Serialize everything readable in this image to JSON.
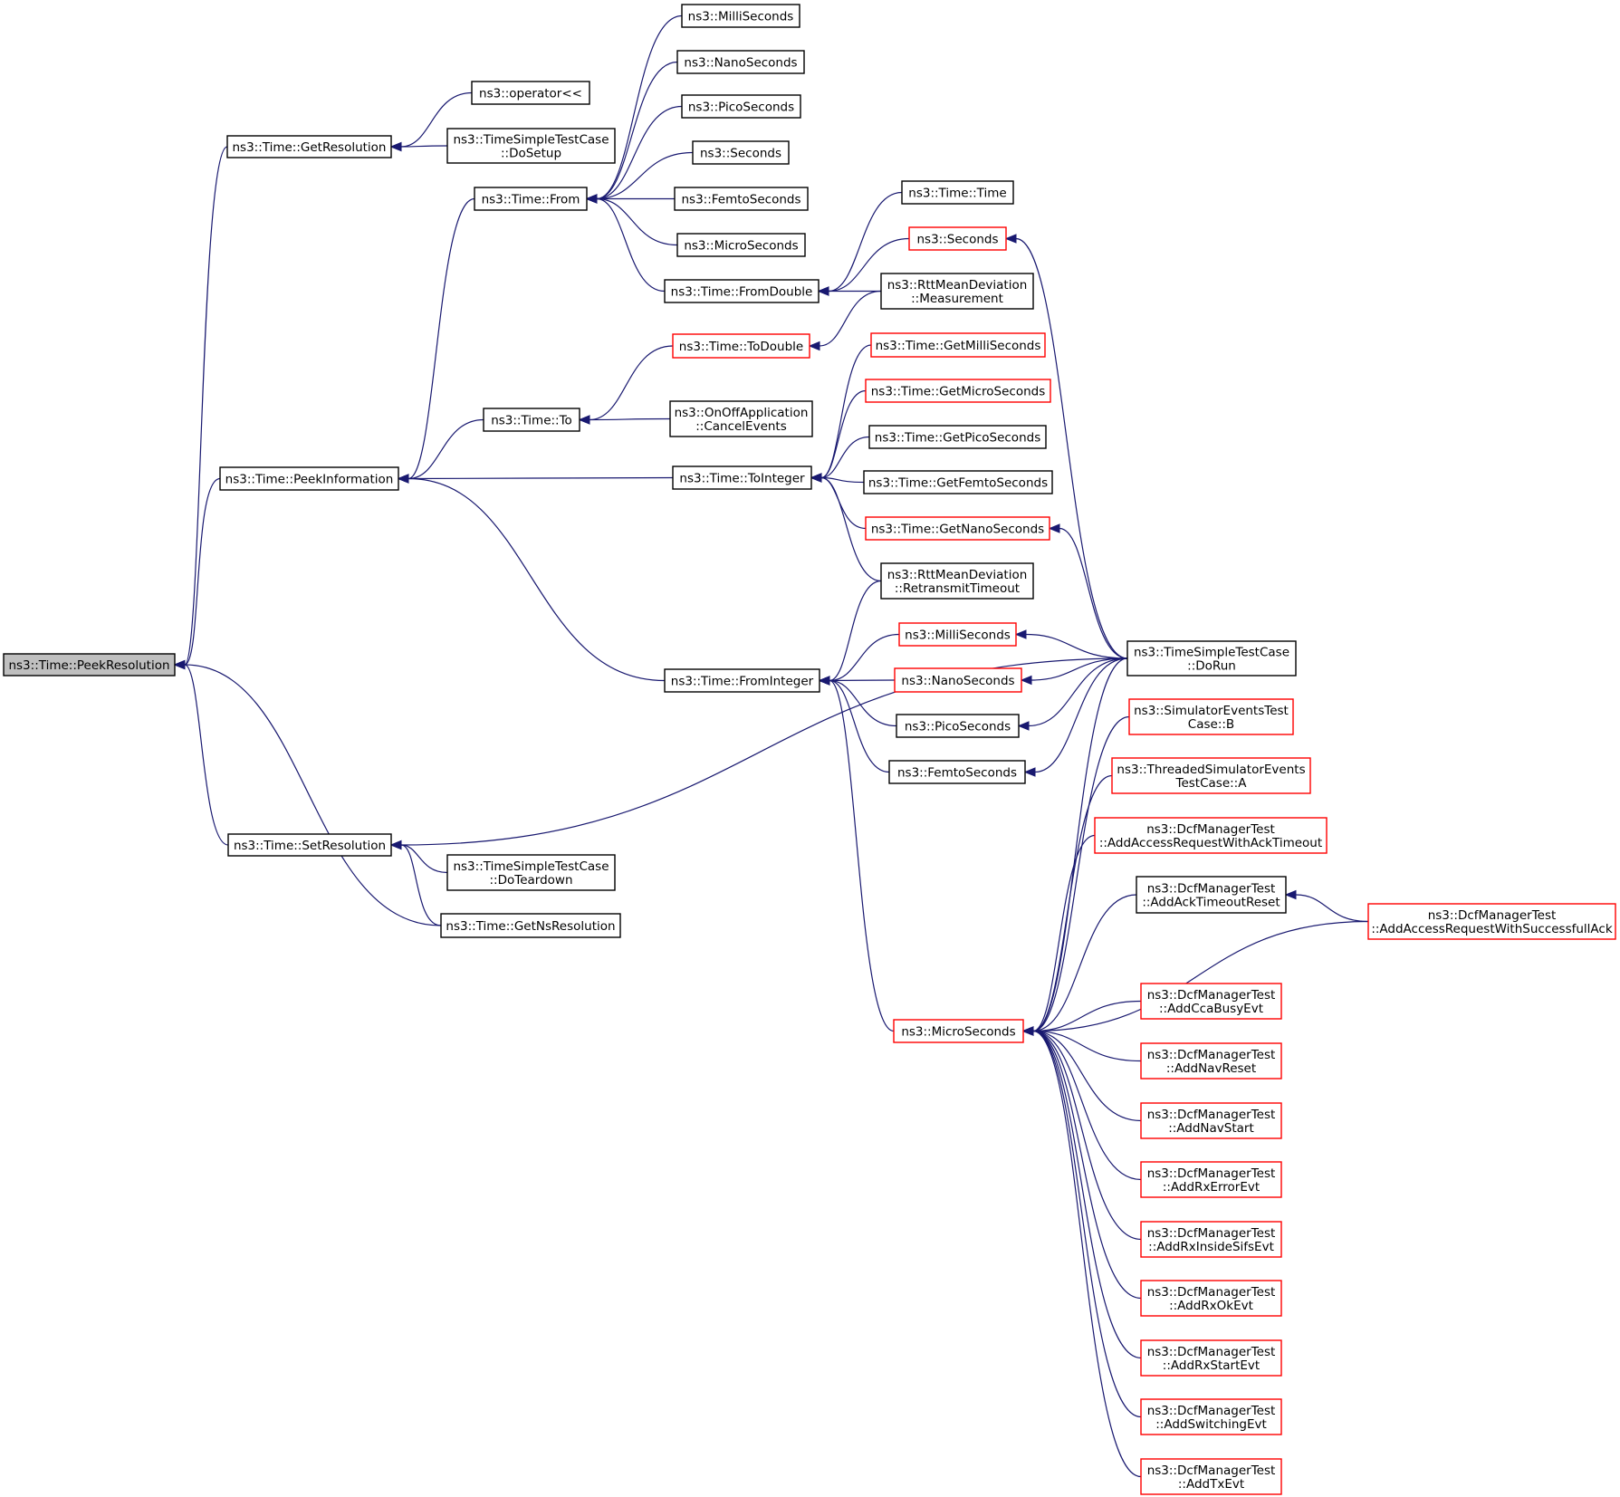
{
  "colors": {
    "edge": "#191970",
    "node_border": "#000000",
    "node_border_link_missing": "#ff0000",
    "node_fill": "#ffffff",
    "focus_fill": "#bfbfbf"
  },
  "nodes": {
    "peek_resolution": {
      "lines": [
        "ns3::Time::PeekResolution"
      ],
      "style": "focus"
    },
    "get_resolution": {
      "lines": [
        "ns3::Time::GetResolution"
      ],
      "style": "normal"
    },
    "peek_information": {
      "lines": [
        "ns3::Time::PeekInformation"
      ],
      "style": "normal"
    },
    "set_resolution": {
      "lines": [
        "ns3::Time::SetResolution"
      ],
      "style": "normal"
    },
    "operator_ll": {
      "lines": [
        "ns3::operator<<"
      ],
      "style": "normal"
    },
    "simple_do_setup": {
      "lines": [
        "ns3::TimeSimpleTestCase",
        "::DoSetup"
      ],
      "style": "normal"
    },
    "simple_do_teardown": {
      "lines": [
        "ns3::TimeSimpleTestCase",
        "::DoTeardown"
      ],
      "style": "normal"
    },
    "get_ns_resolution": {
      "lines": [
        "ns3::Time::GetNsResolution"
      ],
      "style": "normal"
    },
    "time_from": {
      "lines": [
        "ns3::Time::From"
      ],
      "style": "normal"
    },
    "time_to": {
      "lines": [
        "ns3::Time::To"
      ],
      "style": "normal"
    },
    "to_integer": {
      "lines": [
        "ns3::Time::ToInteger"
      ],
      "style": "normal"
    },
    "from_integer": {
      "lines": [
        "ns3::Time::FromInteger"
      ],
      "style": "normal"
    },
    "from_double": {
      "lines": [
        "ns3::Time::FromDouble"
      ],
      "style": "normal"
    },
    "to_double": {
      "lines": [
        "ns3::Time::ToDouble"
      ],
      "style": "red"
    },
    "onoff_cancel": {
      "lines": [
        "ns3::OnOffApplication",
        "::CancelEvents"
      ],
      "style": "normal"
    },
    "ms_top": {
      "lines": [
        "ns3::MilliSeconds"
      ],
      "style": "normal"
    },
    "ns_top": {
      "lines": [
        "ns3::NanoSeconds"
      ],
      "style": "normal"
    },
    "ps_top": {
      "lines": [
        "ns3::PicoSeconds"
      ],
      "style": "normal"
    },
    "s_top": {
      "lines": [
        "ns3::Seconds"
      ],
      "style": "normal"
    },
    "fs_top": {
      "lines": [
        "ns3::FemtoSeconds"
      ],
      "style": "normal"
    },
    "us_top": {
      "lines": [
        "ns3::MicroSeconds"
      ],
      "style": "normal"
    },
    "time_time": {
      "lines": [
        "ns3::Time::Time"
      ],
      "style": "normal"
    },
    "seconds_red": {
      "lines": [
        "ns3::Seconds"
      ],
      "style": "red"
    },
    "rtt_measurement": {
      "lines": [
        "ns3::RttMeanDeviation",
        "::Measurement"
      ],
      "style": "normal"
    },
    "get_ms": {
      "lines": [
        "ns3::Time::GetMilliSeconds"
      ],
      "style": "red"
    },
    "get_us": {
      "lines": [
        "ns3::Time::GetMicroSeconds"
      ],
      "style": "red"
    },
    "get_ps": {
      "lines": [
        "ns3::Time::GetPicoSeconds"
      ],
      "style": "normal"
    },
    "get_fs": {
      "lines": [
        "ns3::Time::GetFemtoSeconds"
      ],
      "style": "normal"
    },
    "get_ns": {
      "lines": [
        "ns3::Time::GetNanoSeconds"
      ],
      "style": "red"
    },
    "rtt_retransmit": {
      "lines": [
        "ns3::RttMeanDeviation",
        "::RetransmitTimeout"
      ],
      "style": "normal"
    },
    "ms_mid": {
      "lines": [
        "ns3::MilliSeconds"
      ],
      "style": "red"
    },
    "ns_mid": {
      "lines": [
        "ns3::NanoSeconds"
      ],
      "style": "red"
    },
    "ps_mid": {
      "lines": [
        "ns3::PicoSeconds"
      ],
      "style": "normal"
    },
    "fs_mid": {
      "lines": [
        "ns3::FemtoSeconds"
      ],
      "style": "normal"
    },
    "us_red": {
      "lines": [
        "ns3::MicroSeconds"
      ],
      "style": "red"
    },
    "simple_do_run": {
      "lines": [
        "ns3::TimeSimpleTestCase",
        "::DoRun"
      ],
      "style": "normal"
    },
    "sim_events_b": {
      "lines": [
        "ns3::SimulatorEventsTest",
        "Case::B"
      ],
      "style": "red"
    },
    "threaded_a": {
      "lines": [
        "ns3::ThreadedSimulatorEvents",
        "TestCase::A"
      ],
      "style": "red"
    },
    "dcf_ack_timeout": {
      "lines": [
        "ns3::DcfManagerTest",
        "::AddAccessRequestWithAckTimeout"
      ],
      "style": "red"
    },
    "dcf_ack_reset": {
      "lines": [
        "ns3::DcfManagerTest",
        "::AddAckTimeoutReset"
      ],
      "style": "normal"
    },
    "dcf_successful_ack": {
      "lines": [
        "ns3::DcfManagerTest",
        "::AddAccessRequestWithSuccessfullAck"
      ],
      "style": "red"
    },
    "dcf_cca_busy": {
      "lines": [
        "ns3::DcfManagerTest",
        "::AddCcaBusyEvt"
      ],
      "style": "red"
    },
    "dcf_nav_reset": {
      "lines": [
        "ns3::DcfManagerTest",
        "::AddNavReset"
      ],
      "style": "red"
    },
    "dcf_nav_start": {
      "lines": [
        "ns3::DcfManagerTest",
        "::AddNavStart"
      ],
      "style": "red"
    },
    "dcf_rx_error": {
      "lines": [
        "ns3::DcfManagerTest",
        "::AddRxErrorEvt"
      ],
      "style": "red"
    },
    "dcf_rx_sifs": {
      "lines": [
        "ns3::DcfManagerTest",
        "::AddRxInsideSifsEvt"
      ],
      "style": "red"
    },
    "dcf_rx_ok": {
      "lines": [
        "ns3::DcfManagerTest",
        "::AddRxOkEvt"
      ],
      "style": "red"
    },
    "dcf_rx_start": {
      "lines": [
        "ns3::DcfManagerTest",
        "::AddRxStartEvt"
      ],
      "style": "red"
    },
    "dcf_switching": {
      "lines": [
        "ns3::DcfManagerTest",
        "::AddSwitchingEvt"
      ],
      "style": "red"
    },
    "dcf_tx": {
      "lines": [
        "ns3::DcfManagerTest",
        "::AddTxEvt"
      ],
      "style": "red"
    }
  },
  "edges": [
    [
      "peek_resolution",
      "get_resolution"
    ],
    [
      "peek_resolution",
      "peek_information"
    ],
    [
      "peek_resolution",
      "set_resolution"
    ],
    [
      "peek_resolution",
      "get_ns_resolution"
    ],
    [
      "get_resolution",
      "operator_ll"
    ],
    [
      "get_resolution",
      "simple_do_setup"
    ],
    [
      "peek_information",
      "time_from"
    ],
    [
      "peek_information",
      "time_to"
    ],
    [
      "peek_information",
      "to_integer"
    ],
    [
      "peek_information",
      "from_integer"
    ],
    [
      "set_resolution",
      "simple_do_teardown"
    ],
    [
      "set_resolution",
      "get_ns_resolution"
    ],
    [
      "set_resolution",
      "simple_do_run"
    ],
    [
      "time_from",
      "ms_top"
    ],
    [
      "time_from",
      "ns_top"
    ],
    [
      "time_from",
      "ps_top"
    ],
    [
      "time_from",
      "s_top"
    ],
    [
      "time_from",
      "fs_top"
    ],
    [
      "time_from",
      "us_top"
    ],
    [
      "time_from",
      "from_double"
    ],
    [
      "from_double",
      "time_time"
    ],
    [
      "from_double",
      "seconds_red"
    ],
    [
      "from_double",
      "rtt_measurement"
    ],
    [
      "time_to",
      "to_double"
    ],
    [
      "time_to",
      "onoff_cancel"
    ],
    [
      "to_double",
      "rtt_measurement"
    ],
    [
      "to_integer",
      "get_ms"
    ],
    [
      "to_integer",
      "get_us"
    ],
    [
      "to_integer",
      "get_ps"
    ],
    [
      "to_integer",
      "get_fs"
    ],
    [
      "to_integer",
      "get_ns"
    ],
    [
      "to_integer",
      "rtt_retransmit"
    ],
    [
      "from_integer",
      "rtt_retransmit"
    ],
    [
      "from_integer",
      "ms_mid"
    ],
    [
      "from_integer",
      "ns_mid"
    ],
    [
      "from_integer",
      "ps_mid"
    ],
    [
      "from_integer",
      "fs_mid"
    ],
    [
      "from_integer",
      "us_red"
    ],
    [
      "seconds_red",
      "simple_do_run"
    ],
    [
      "get_ns",
      "simple_do_run"
    ],
    [
      "ms_mid",
      "simple_do_run"
    ],
    [
      "ns_mid",
      "simple_do_run"
    ],
    [
      "ps_mid",
      "simple_do_run"
    ],
    [
      "fs_mid",
      "simple_do_run"
    ],
    [
      "us_red",
      "simple_do_run"
    ],
    [
      "us_red",
      "sim_events_b"
    ],
    [
      "us_red",
      "threaded_a"
    ],
    [
      "us_red",
      "dcf_ack_timeout"
    ],
    [
      "us_red",
      "dcf_ack_reset"
    ],
    [
      "us_red",
      "dcf_successful_ack"
    ],
    [
      "us_red",
      "dcf_cca_busy"
    ],
    [
      "us_red",
      "dcf_nav_reset"
    ],
    [
      "us_red",
      "dcf_nav_start"
    ],
    [
      "us_red",
      "dcf_rx_error"
    ],
    [
      "us_red",
      "dcf_rx_sifs"
    ],
    [
      "us_red",
      "dcf_rx_ok"
    ],
    [
      "us_red",
      "dcf_rx_start"
    ],
    [
      "us_red",
      "dcf_switching"
    ],
    [
      "us_red",
      "dcf_tx"
    ],
    [
      "dcf_ack_reset",
      "dcf_successful_ack"
    ]
  ]
}
